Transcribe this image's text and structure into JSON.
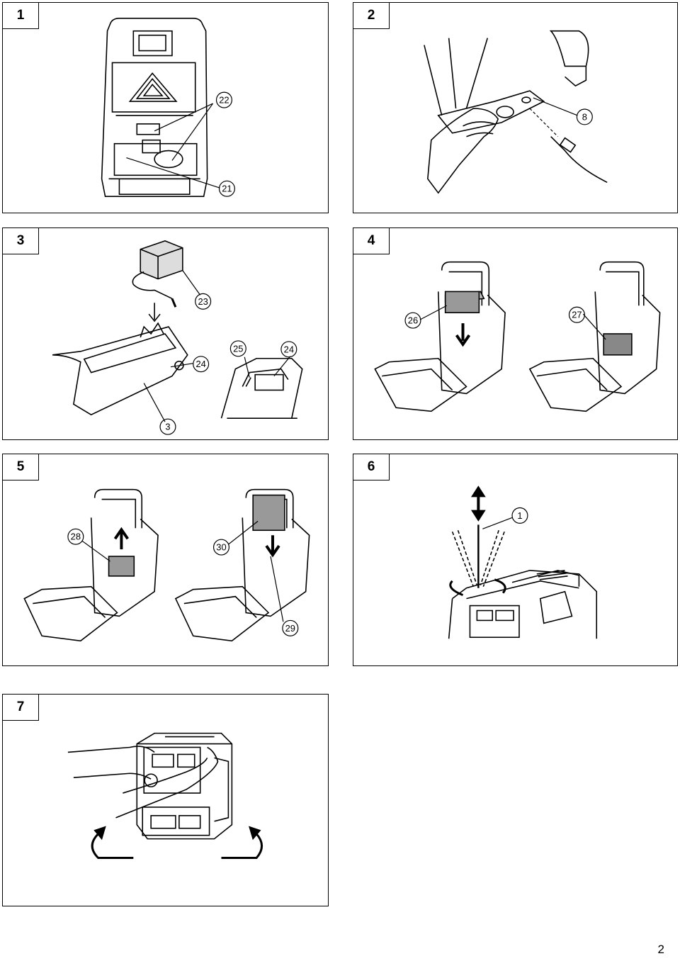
{
  "panels": [
    {
      "number": "1",
      "callouts": [
        "22",
        "21"
      ]
    },
    {
      "number": "2",
      "callouts": [
        "8"
      ]
    },
    {
      "number": "3",
      "callouts": [
        "23",
        "24",
        "25",
        "24",
        "3"
      ]
    },
    {
      "number": "4",
      "callouts": [
        "26",
        "27"
      ]
    },
    {
      "number": "5",
      "callouts": [
        "28",
        "30",
        "29"
      ]
    },
    {
      "number": "6",
      "callouts": [
        "1"
      ]
    },
    {
      "number": "7",
      "callouts": []
    }
  ],
  "page_number": "2"
}
